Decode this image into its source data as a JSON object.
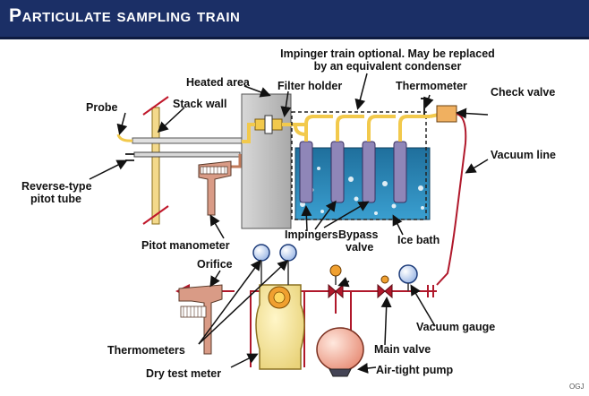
{
  "header": {
    "title": "Particulate sampling train"
  },
  "labels": {
    "impinger_note_1": "Impinger train optional. May be replaced",
    "impinger_note_2": "by an equivalent condenser",
    "heated_area": "Heated area",
    "filter_holder": "Filter holder",
    "thermometer": "Thermometer",
    "check_valve": "Check valve",
    "probe": "Probe",
    "stack_wall": "Stack wall",
    "vacuum_line": "Vacuum line",
    "reverse_pitot_1": "Reverse-type",
    "reverse_pitot_2": "pitot tube",
    "impingers": "Impingers",
    "bypass_1": "Bypass",
    "bypass_2": "valve",
    "ice_bath": "Ice bath",
    "pitot_manometer": "Pitot manometer",
    "orifice": "Orifice",
    "vacuum_gauge": "Vacuum gauge",
    "thermometers": "Thermometers",
    "main_valve": "Main valve",
    "dry_test_meter": "Dry test meter",
    "air_tight_pump": "Air-tight pump",
    "source": "OGJ"
  },
  "colors": {
    "header_bg": "#1b2f66",
    "probe_yellow": "#f2c94c",
    "gas_line_red": "#b0182b",
    "ice_bath_blue": "#2a87b8",
    "heated_box_gray": "#c9c9c9"
  }
}
